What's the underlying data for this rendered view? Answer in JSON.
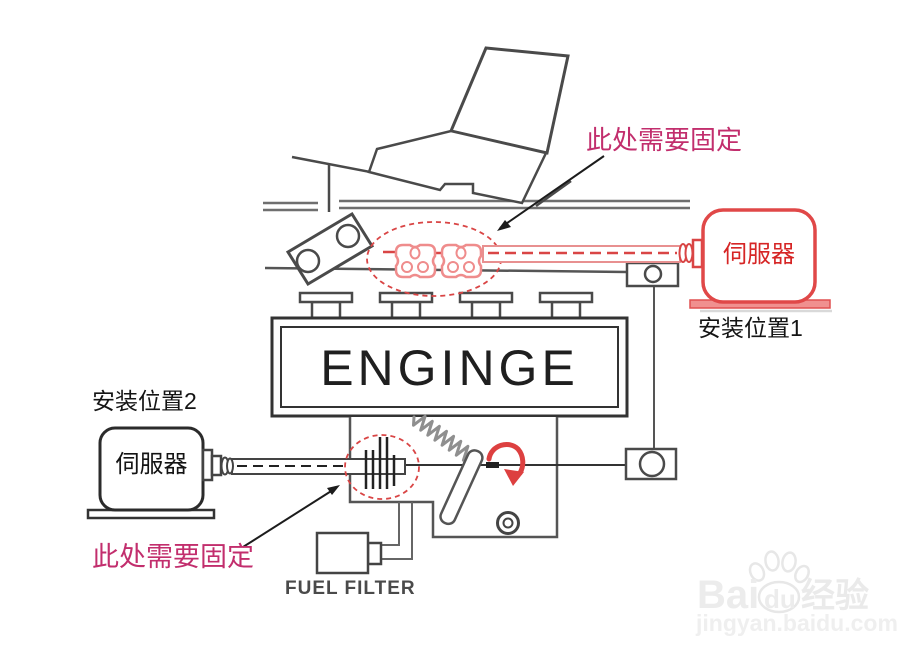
{
  "diagram": {
    "engine": {
      "label": "ENGINGE"
    },
    "fuel_filter": {
      "label": "FUEL FILTER"
    },
    "servo_top": {
      "label": "伺服器",
      "position_label": "安装位置1"
    },
    "servo_left": {
      "label": "伺服器",
      "position_label": "安装位置2"
    },
    "annotations": {
      "fix_top": "此处需要固定",
      "fix_bottom": "此处需要固定"
    },
    "colors": {
      "red_accent": "#d94545",
      "light_red": "#ef8c8c",
      "magenta_text": "#c22e6d",
      "line_dark": "#4a4a4a",
      "line_gray": "#6f6f6f"
    }
  },
  "watermark": {
    "brand_prefix": "Bai",
    "brand_suffix": "du",
    "brand_cn": "经验",
    "url": "jingyan.baidu.com"
  }
}
